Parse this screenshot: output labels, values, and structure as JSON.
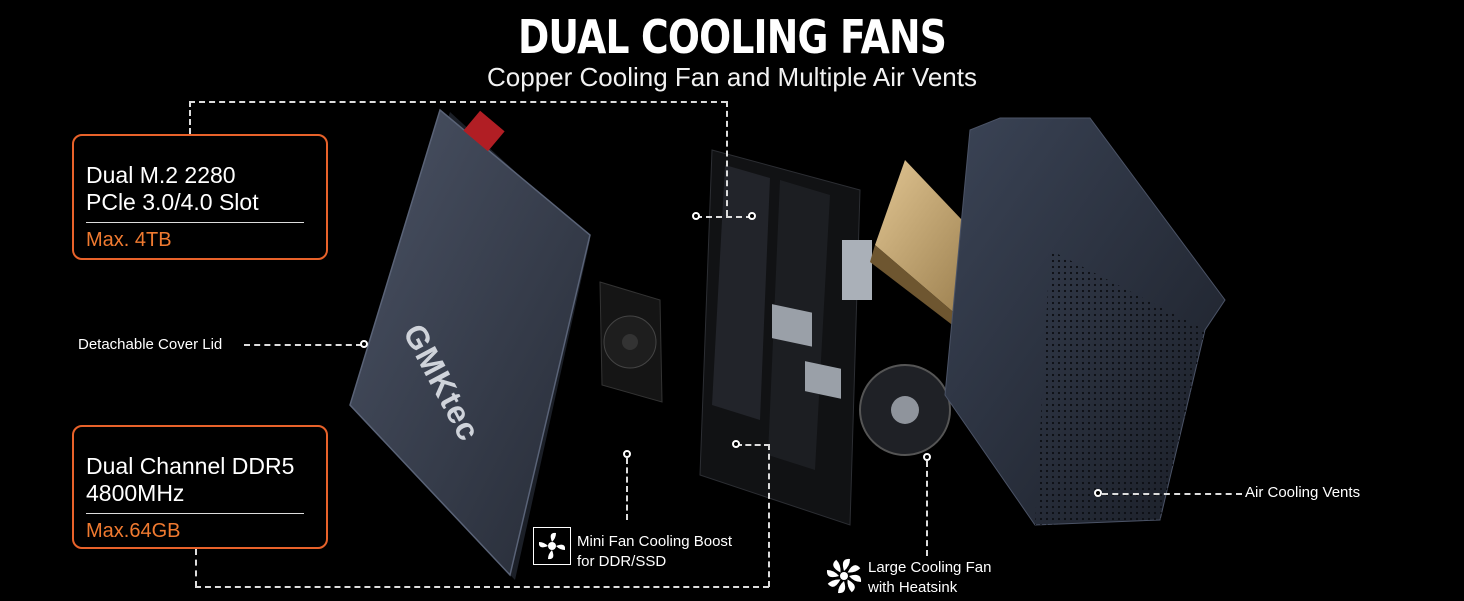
{
  "header": {
    "title": "DUAL COOLING FANS",
    "subtitle": "Copper Cooling Fan and Multiple Air Vents"
  },
  "boxes": {
    "ssd": {
      "line1": "Dual M.2 2280",
      "line2": "PCle 3.0/4.0 Slot",
      "max": "Max. 4TB"
    },
    "ram": {
      "line1": "Dual Channel DDR5",
      "line2": "4800MHz",
      "max": "Max.64GB"
    }
  },
  "labels": {
    "cover": "Detachable Cover Lid",
    "mini_fan_1": "Mini Fan Cooling Boost",
    "mini_fan_2": "for DDR/SSD",
    "large_fan_1": "Large Cooling Fan",
    "large_fan_2": "with Heatsink",
    "air_vents": "Air Cooling Vents"
  },
  "product": {
    "brand": "GMKtec"
  },
  "colors": {
    "accent": "#e8622a",
    "background": "#000000",
    "gold": "#c9a86b",
    "case": "#2b3240"
  }
}
